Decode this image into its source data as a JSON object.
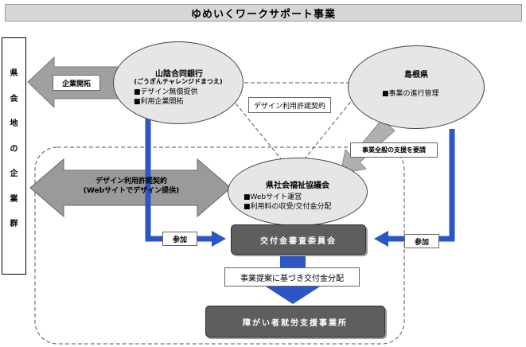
{
  "title": "ゆめいくワークサポート事業",
  "left_box": {
    "chars": [
      "県",
      "会",
      "地",
      "の",
      "企",
      "業",
      "群"
    ]
  },
  "bank": {
    "name": "山陰合同銀行",
    "subname": "(ごうぎんチャレンジドまつえ)",
    "items": [
      "■デザイン無償提供",
      "■利用企業開拓"
    ]
  },
  "prefecture": {
    "name": "島根県",
    "items": [
      "■事業の進行管理"
    ]
  },
  "council": {
    "name": "県社会福祉協議会",
    "items": [
      "■Webサイト運営",
      "■利用料の収受/交付金分配"
    ]
  },
  "labels": {
    "kigyo_kaitaku": "企業開拓",
    "design_contract": "デザイン利用許諾契約",
    "support": "事業全般の支援を要請",
    "license_line1": "デザイン利用許諾契約",
    "license_line2": "(Webサイトでデザイン提供)",
    "sanka_left": "参加",
    "sanka_right": "参加",
    "committee": "交付金審査委員会",
    "distribution": "事業提案に基づき交付金分配",
    "facilities": "障がい者就労支援事業所"
  }
}
